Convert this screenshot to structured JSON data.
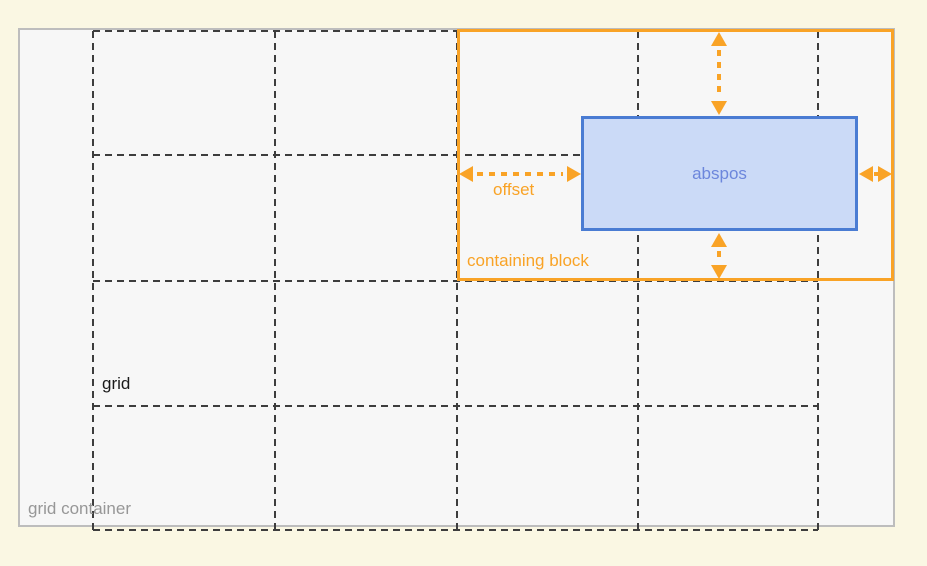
{
  "diagram": {
    "title": "grid container absolute positioning diagram",
    "labels": {
      "grid_container": "grid container",
      "grid": "grid",
      "containing_block": "containing block",
      "abspos": "abspos",
      "offset": "offset"
    },
    "colors": {
      "page_background": "#FAF7E3",
      "container_fill": "#F7F7F7",
      "container_border": "#BDBDBD",
      "grid_line": "#3D3D3D",
      "accent_orange": "#F9A326",
      "abspos_fill": "#CBDAF7",
      "abspos_border": "#4A7CD3",
      "abspos_text": "#6C86DC",
      "grid_label_text": "#1A1A1A",
      "container_label_text": "#979797"
    },
    "icons": [
      {
        "name": "offset-arrow-horizontal-icon",
        "meaning": "double-headed dotted arrow between containing block left edge and abspos left edge"
      },
      {
        "name": "offset-arrow-top-icon",
        "meaning": "double-headed dotted arrow between containing block top edge and abspos top edge"
      },
      {
        "name": "offset-arrow-bottom-icon",
        "meaning": "double-headed dotted arrow between abspos bottom edge and containing block bottom edge"
      },
      {
        "name": "offset-arrow-right-icon",
        "meaning": "double-headed dotted arrow between abspos right edge and containing block right edge"
      }
    ],
    "structure": {
      "grid_columns": 4,
      "grid_rows": 4
    }
  }
}
